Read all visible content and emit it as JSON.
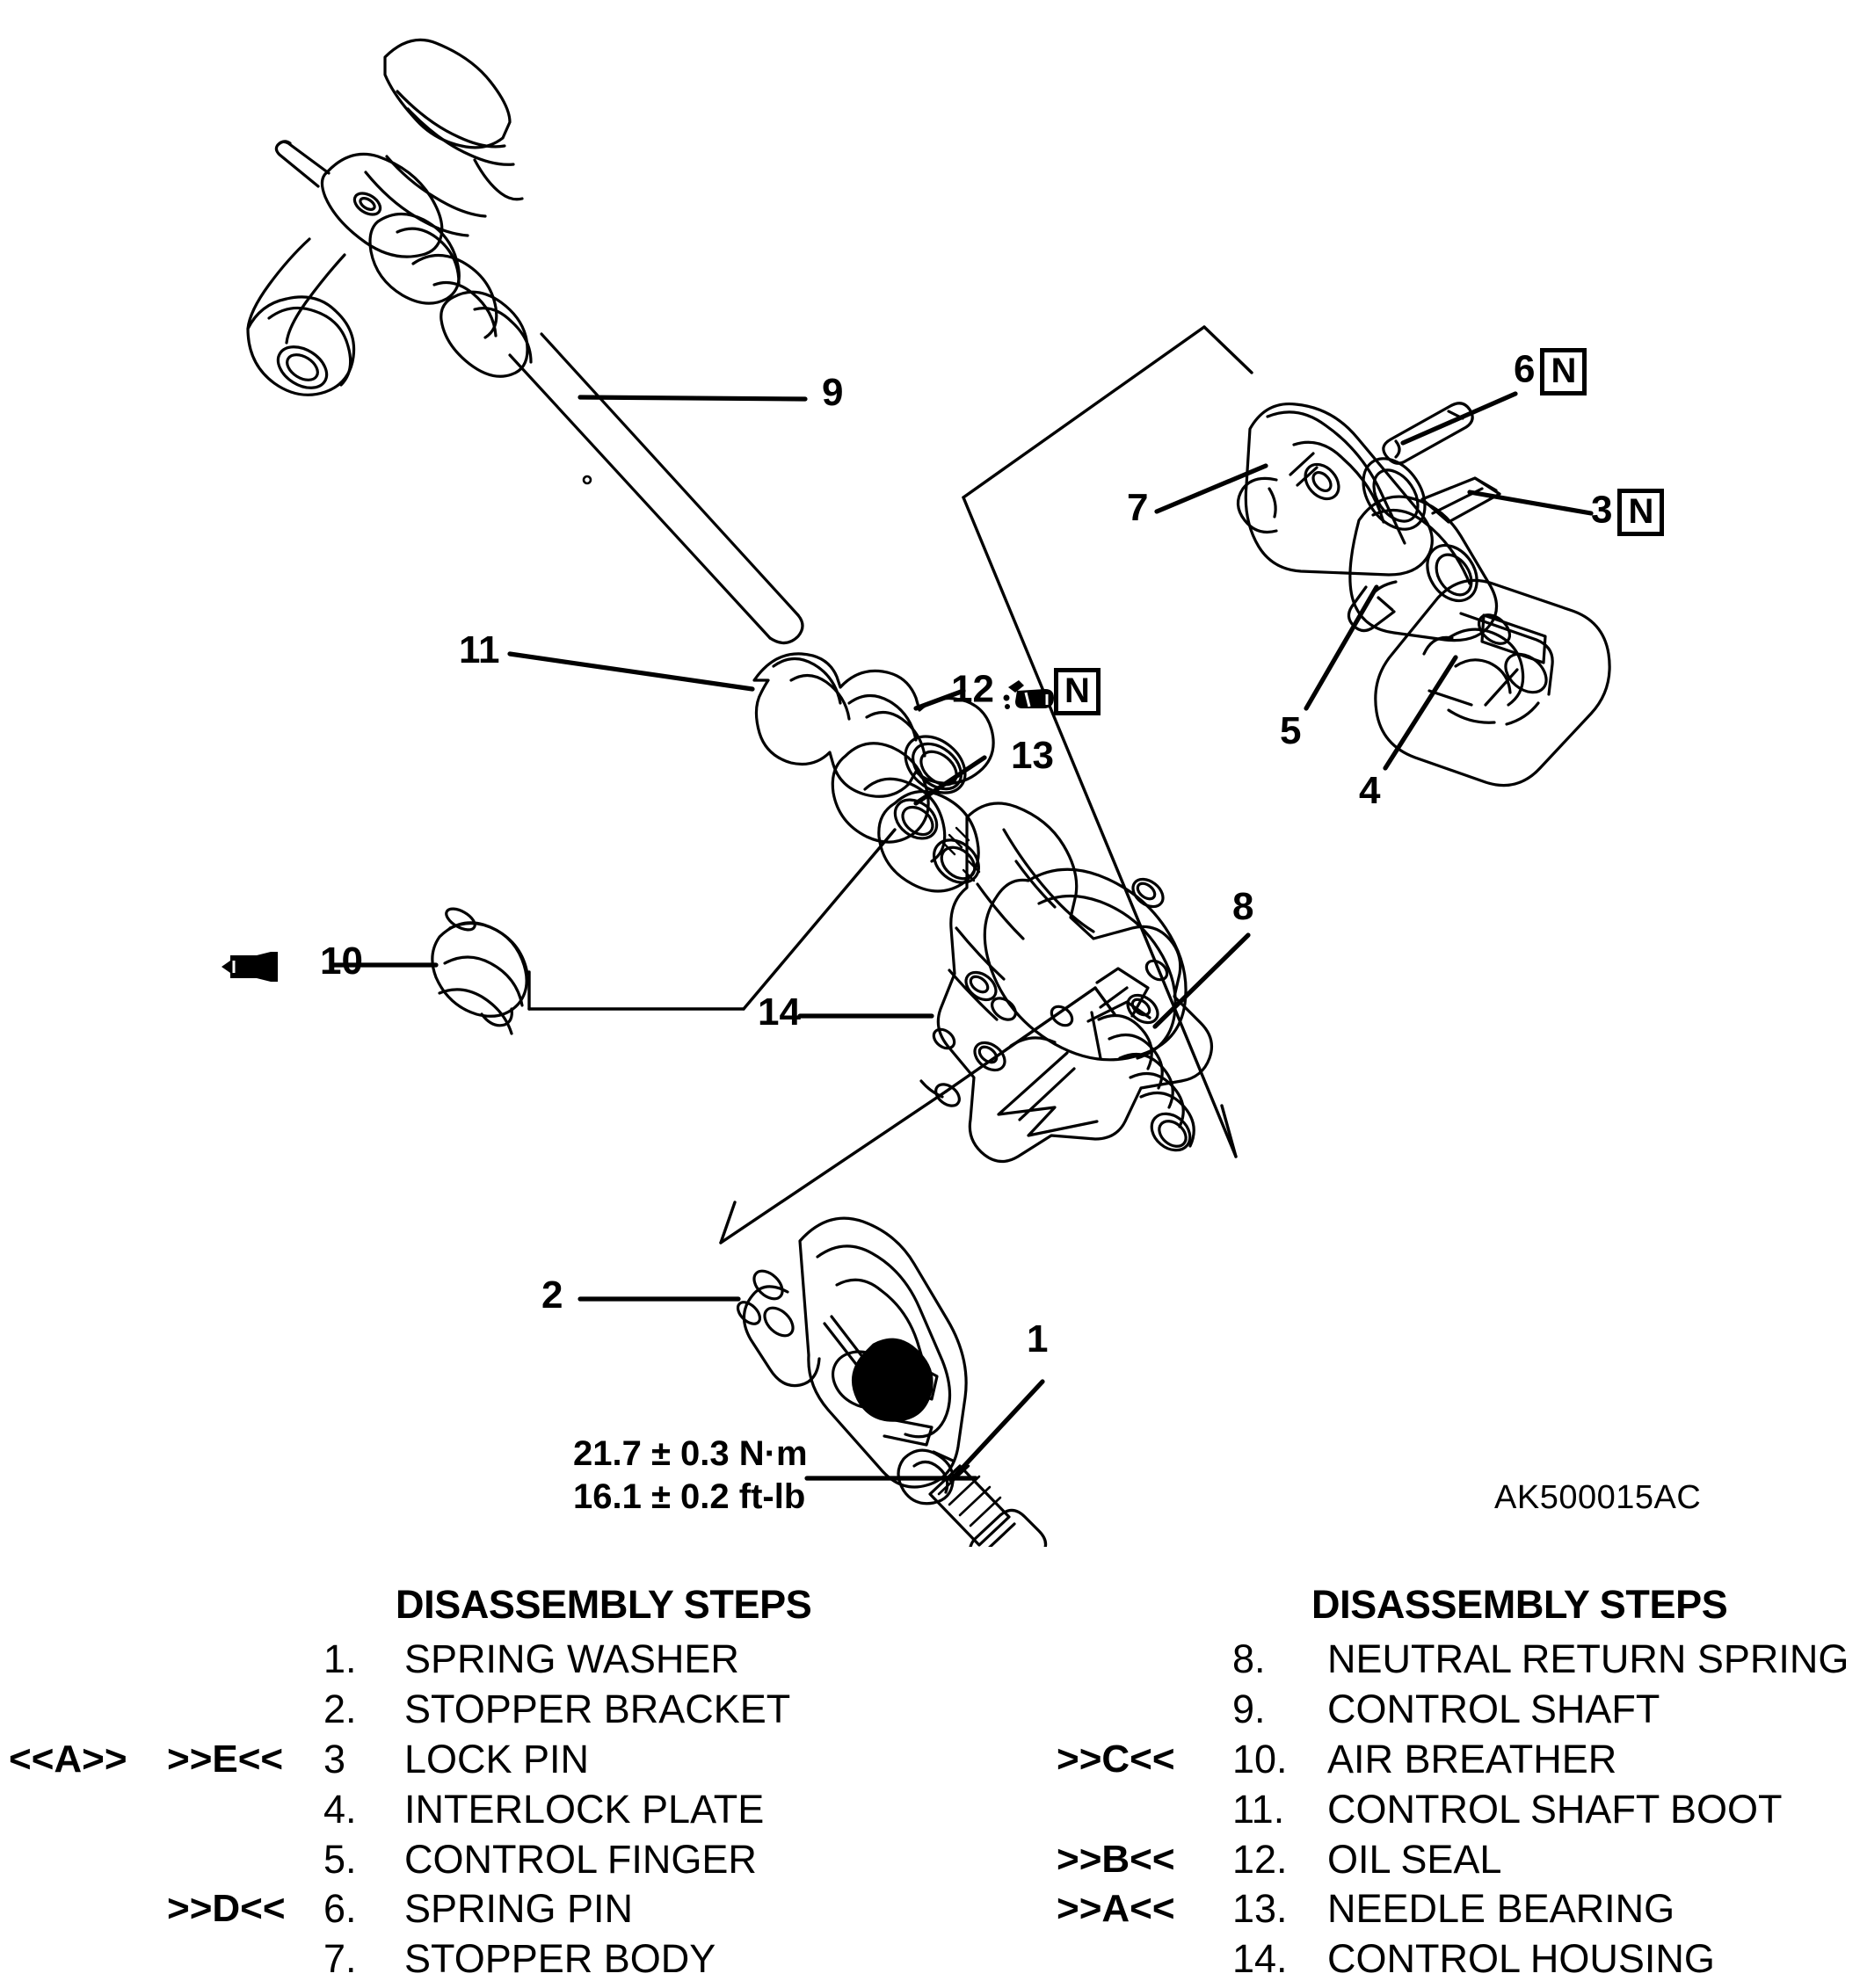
{
  "drawing_code": "AK500015AC",
  "torque": {
    "line1": "21.7 ± 0.3 N·m",
    "line2": "16.1 ± 0.2 ft-lb"
  },
  "callouts": [
    {
      "id": "9",
      "text": "9",
      "symbol": ""
    },
    {
      "id": "11",
      "text": "11",
      "symbol": ""
    },
    {
      "id": "12",
      "text": "12",
      "symbol": "oil-can-icon + N-box"
    },
    {
      "id": "13",
      "text": "13",
      "symbol": ""
    },
    {
      "id": "10",
      "text": "10",
      "symbol": "sealant-tube-icon"
    },
    {
      "id": "14",
      "text": "14",
      "symbol": ""
    },
    {
      "id": "2",
      "text": "2",
      "symbol": ""
    },
    {
      "id": "1",
      "text": "1",
      "symbol": ""
    },
    {
      "id": "8",
      "text": "8",
      "symbol": ""
    },
    {
      "id": "7",
      "text": "7",
      "symbol": ""
    },
    {
      "id": "6",
      "text": "6",
      "symbol": "N-box"
    },
    {
      "id": "3",
      "text": "3",
      "symbol": "N-box"
    },
    {
      "id": "5",
      "text": "5",
      "symbol": ""
    },
    {
      "id": "4",
      "text": "4",
      "symbol": ""
    }
  ],
  "callout_labels": {
    "c1": "1",
    "c2": "2",
    "c3": "3",
    "c4": "4",
    "c5": "5",
    "c6": "6",
    "c7": "7",
    "c8": "8",
    "c9": "9",
    "c10": "10",
    "c11": "11",
    "c12": "12",
    "c13": "13",
    "c14": "14",
    "nbox": "N"
  },
  "steps_left": {
    "title": "DISASSEMBLY STEPS",
    "rows": [
      {
        "mark_a": "",
        "mark_b": "",
        "num": "1.",
        "name": "SPRING WASHER"
      },
      {
        "mark_a": "",
        "mark_b": "",
        "num": "2.",
        "name": "STOPPER BRACKET"
      },
      {
        "mark_a": "<<A>>",
        "mark_b": ">>E<<",
        "num": "3",
        "name": "LOCK PIN"
      },
      {
        "mark_a": "",
        "mark_b": "",
        "num": "4.",
        "name": "INTERLOCK PLATE"
      },
      {
        "mark_a": "",
        "mark_b": "",
        "num": "5.",
        "name": "CONTROL FINGER"
      },
      {
        "mark_a": "",
        "mark_b": ">>D<<",
        "num": "6.",
        "name": "SPRING PIN"
      },
      {
        "mark_a": "",
        "mark_b": "",
        "num": "7.",
        "name": "STOPPER BODY"
      }
    ]
  },
  "steps_right": {
    "title": "DISASSEMBLY STEPS",
    "rows": [
      {
        "mark_b": "",
        "num": "8.",
        "name": "NEUTRAL RETURN SPRING"
      },
      {
        "mark_b": "",
        "num": "9.",
        "name": "CONTROL SHAFT"
      },
      {
        "mark_b": ">>C<<",
        "num": "10.",
        "name": "AIR BREATHER"
      },
      {
        "mark_b": "",
        "num": "11.",
        "name": "CONTROL SHAFT BOOT"
      },
      {
        "mark_b": ">>B<<",
        "num": "12.",
        "name": "OIL SEAL"
      },
      {
        "mark_b": ">>A<<",
        "num": "13.",
        "name": "NEEDLE BEARING"
      },
      {
        "mark_b": "",
        "num": "14.",
        "name": "CONTROL HOUSING"
      }
    ]
  },
  "colors": {
    "ink": "#000000",
    "paper": "#ffffff"
  }
}
